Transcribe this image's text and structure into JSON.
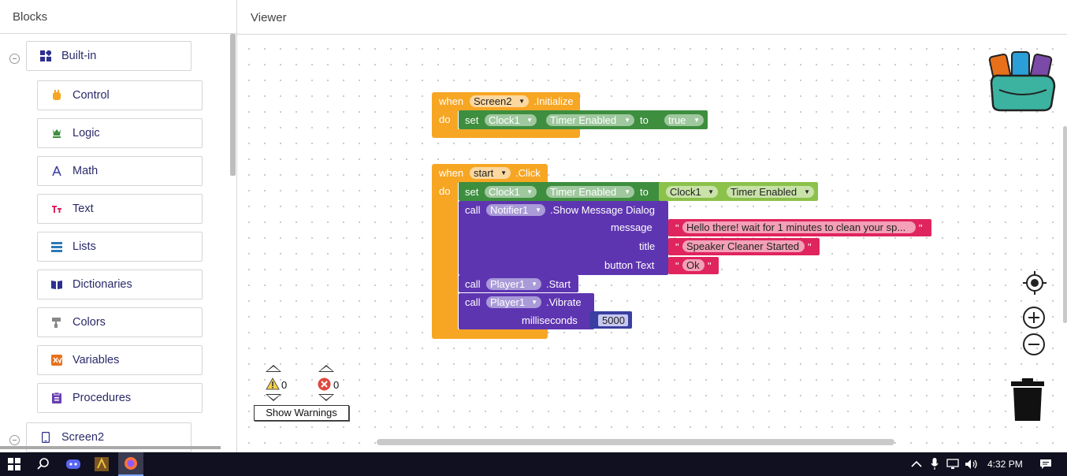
{
  "blocks_panel": {
    "title": "Blocks",
    "builtin": {
      "label": "Built-in",
      "items": [
        {
          "label": "Control",
          "icon": "control-icon",
          "color": "#f7a623"
        },
        {
          "label": "Logic",
          "icon": "logic-icon",
          "color": "#3d8e3e"
        },
        {
          "label": "Math",
          "icon": "math-icon",
          "color": "#3a3fa1"
        },
        {
          "label": "Text",
          "icon": "text-icon",
          "color": "#e0245e"
        },
        {
          "label": "Lists",
          "icon": "lists-icon",
          "color": "#2a7ab8"
        },
        {
          "label": "Dictionaries",
          "icon": "dictionaries-icon",
          "color": "#2d2f8f"
        },
        {
          "label": "Colors",
          "icon": "colors-icon",
          "color": "#888888"
        },
        {
          "label": "Variables",
          "icon": "variables-icon",
          "color": "#e8701a"
        },
        {
          "label": "Procedures",
          "icon": "procedures-icon",
          "color": "#6a3fb0"
        }
      ]
    },
    "screen": {
      "label": "Screen2"
    }
  },
  "viewer": {
    "title": "Viewer",
    "block1": {
      "when": "when",
      "component": "Screen2",
      "event": ".Initialize",
      "do": "do",
      "set": "set",
      "target": "Clock1",
      "property": "Timer Enabled",
      "to": "to",
      "value": "true"
    },
    "block2": {
      "when": "when",
      "component": "start",
      "event": ".Click",
      "do": "do",
      "set": "set",
      "target": "Clock1",
      "property": "Timer Enabled",
      "to": "to",
      "value_component": "Clock1",
      "value_property": "Timer Enabled",
      "call1": "call",
      "notifier": "Notifier1",
      "method1": ".Show Message Dialog",
      "message_label": "message",
      "message_value": "Hello there! wait for 1 minutes to clean your sp...",
      "title_label": "title",
      "title_value": "Speaker Cleaner Started",
      "button_label": "button Text",
      "button_value": "Ok",
      "call2": "call",
      "player_a": "Player1",
      "method2": ".Start",
      "call3": "call",
      "player_b": "Player1",
      "method3": ".Vibrate",
      "ms_label": "milliseconds",
      "ms_value": "5000"
    },
    "warnings": {
      "warning_count": "0",
      "error_count": "0",
      "button_label": "Show Warnings"
    }
  },
  "taskbar": {
    "time": "4:32 PM"
  }
}
